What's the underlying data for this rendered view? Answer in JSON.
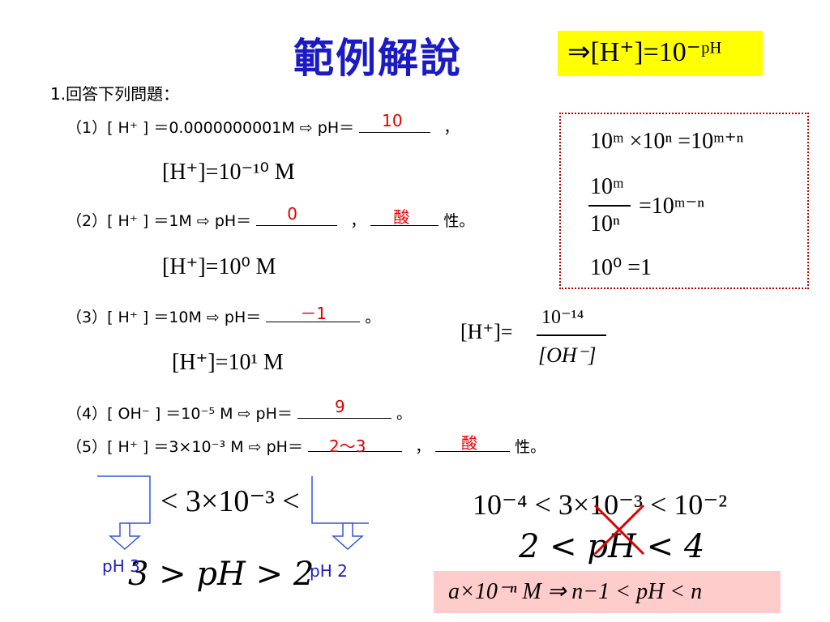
{
  "title": "範例解說",
  "formula_box": "⇒[H⁺]=10⁻ᵖᴴ",
  "question_intro": "1.回答下列問題：",
  "q1": {
    "text": "（1）[ H⁺ ] ＝0.0000000001M ⇨ pH＝",
    "answer": "10",
    "sep": "，",
    "math": "[H⁺]=10⁻¹⁰ M"
  },
  "q2": {
    "text": "（2）[ H⁺ ] ＝1M ⇨ pH＝",
    "answer": "0",
    "sep": "，",
    "answer2": "酸",
    "suffix": "性。",
    "math": "[H⁺]=10⁰ M"
  },
  "q3": {
    "text": "（3）[ H⁺ ] ＝10M ⇨ pH＝",
    "answer": "－1",
    "suffix": "。",
    "math": "[H⁺]=10¹ M",
    "side_num": "10⁻¹⁴",
    "side_lhs": "[H⁺]=",
    "side_den": "[OH⁻]"
  },
  "q4": {
    "text": "（4）[ OH⁻ ] ＝10⁻⁵ M ⇨ pH＝",
    "answer": "9",
    "suffix": "。"
  },
  "q5": {
    "text": "（5）[ H⁺ ] ＝3×10⁻³ M ⇨ pH＝",
    "answer": "2～3",
    "sep": "，",
    "answer2": "酸",
    "suffix": "性。"
  },
  "rules": {
    "r1": "10ᵐ ×10ⁿ =10ᵐ⁺ⁿ",
    "r2_num": "10ᵐ",
    "r2_den": "10ⁿ",
    "r2_rhs": "=10ᵐ⁻ⁿ",
    "r3": "10⁰ =1"
  },
  "bottom_left": {
    "ineq": "< 3×10⁻³ <",
    "label_left": "pH 3",
    "label_right": "pH 2",
    "big": "3 > pH > 2"
  },
  "bottom_right": {
    "ineq": "10⁻⁴ < 3×10⁻³ < 10⁻²",
    "ph": "2 < pH < 4"
  },
  "general_rule": "a×10⁻ⁿ M ⇒ n−1 < pH < n",
  "colors": {
    "title": "#1b1bc6",
    "answer": "#e00000",
    "highlight": "#ffff00",
    "pink": "#ffcccc",
    "arrow": "#3355dd"
  }
}
